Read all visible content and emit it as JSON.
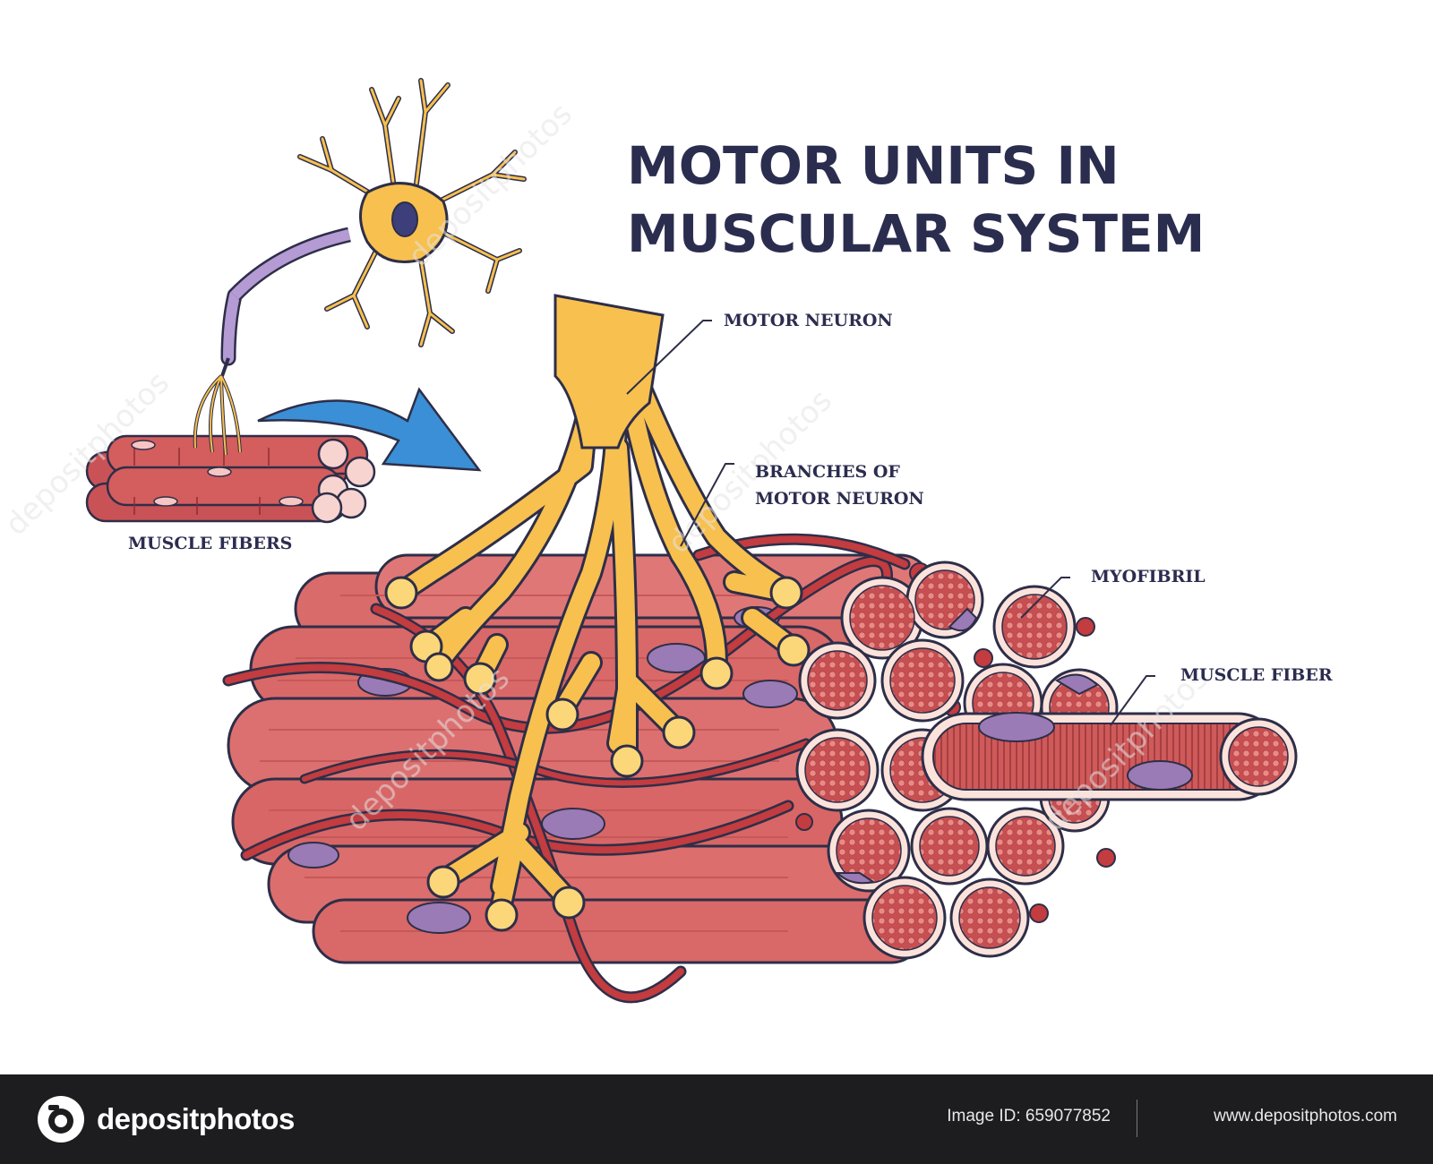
{
  "title": {
    "line1": "MOTOR UNITS IN",
    "line2": "MUSCULAR SYSTEM"
  },
  "labels": {
    "muscle_fibers": "MUSCLE FIBERS",
    "motor_neuron": "MOTOR NEURON",
    "branches_line1": "BRANCHES OF",
    "branches_line2": "MOTOR NEURON",
    "myofibril": "MYOFIBRIL",
    "muscle_fiber": "MUSCLE FIBER"
  },
  "footer": {
    "brand": "depositphotos",
    "image_id": "Image ID: 659077852",
    "website": "www.depositphotos.com"
  },
  "watermark": "depositphotos",
  "colors": {
    "title": "#2b2d4f",
    "nerve": "#f7c04f",
    "muscle": "#d96868",
    "fiber_dark": "#b84a4a",
    "nucleus": "#9a7bb5",
    "arrow": "#3a8fd6",
    "footer_bg": "#1d1d1f"
  }
}
